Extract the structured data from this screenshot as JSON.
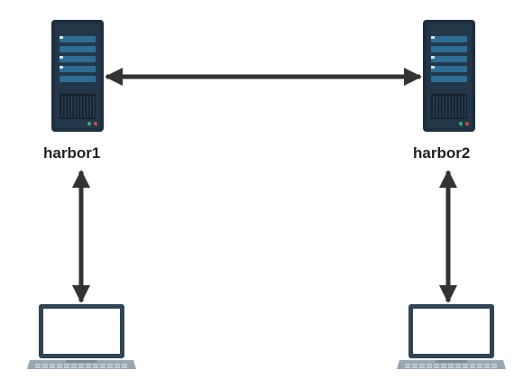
{
  "nodes": {
    "server_left": {
      "label": "harbor1"
    },
    "server_right": {
      "label": "harbor2"
    }
  },
  "edges": [
    {
      "from": "harbor1",
      "to": "harbor2",
      "direction": "bidirectional"
    },
    {
      "from": "harbor1",
      "to": "laptop-left",
      "direction": "bidirectional"
    },
    {
      "from": "harbor2",
      "to": "laptop-right",
      "direction": "bidirectional"
    }
  ],
  "colors": {
    "server_body": "#1d2f3f",
    "server_panel": "#2d6d94",
    "server_led_green": "#37b07b",
    "server_led_red": "#d9424a",
    "laptop_frame": "#2f4556",
    "laptop_base": "#98a7b2",
    "arrow": "#333333"
  },
  "icons": {
    "server": "server-icon",
    "laptop": "laptop-icon"
  }
}
